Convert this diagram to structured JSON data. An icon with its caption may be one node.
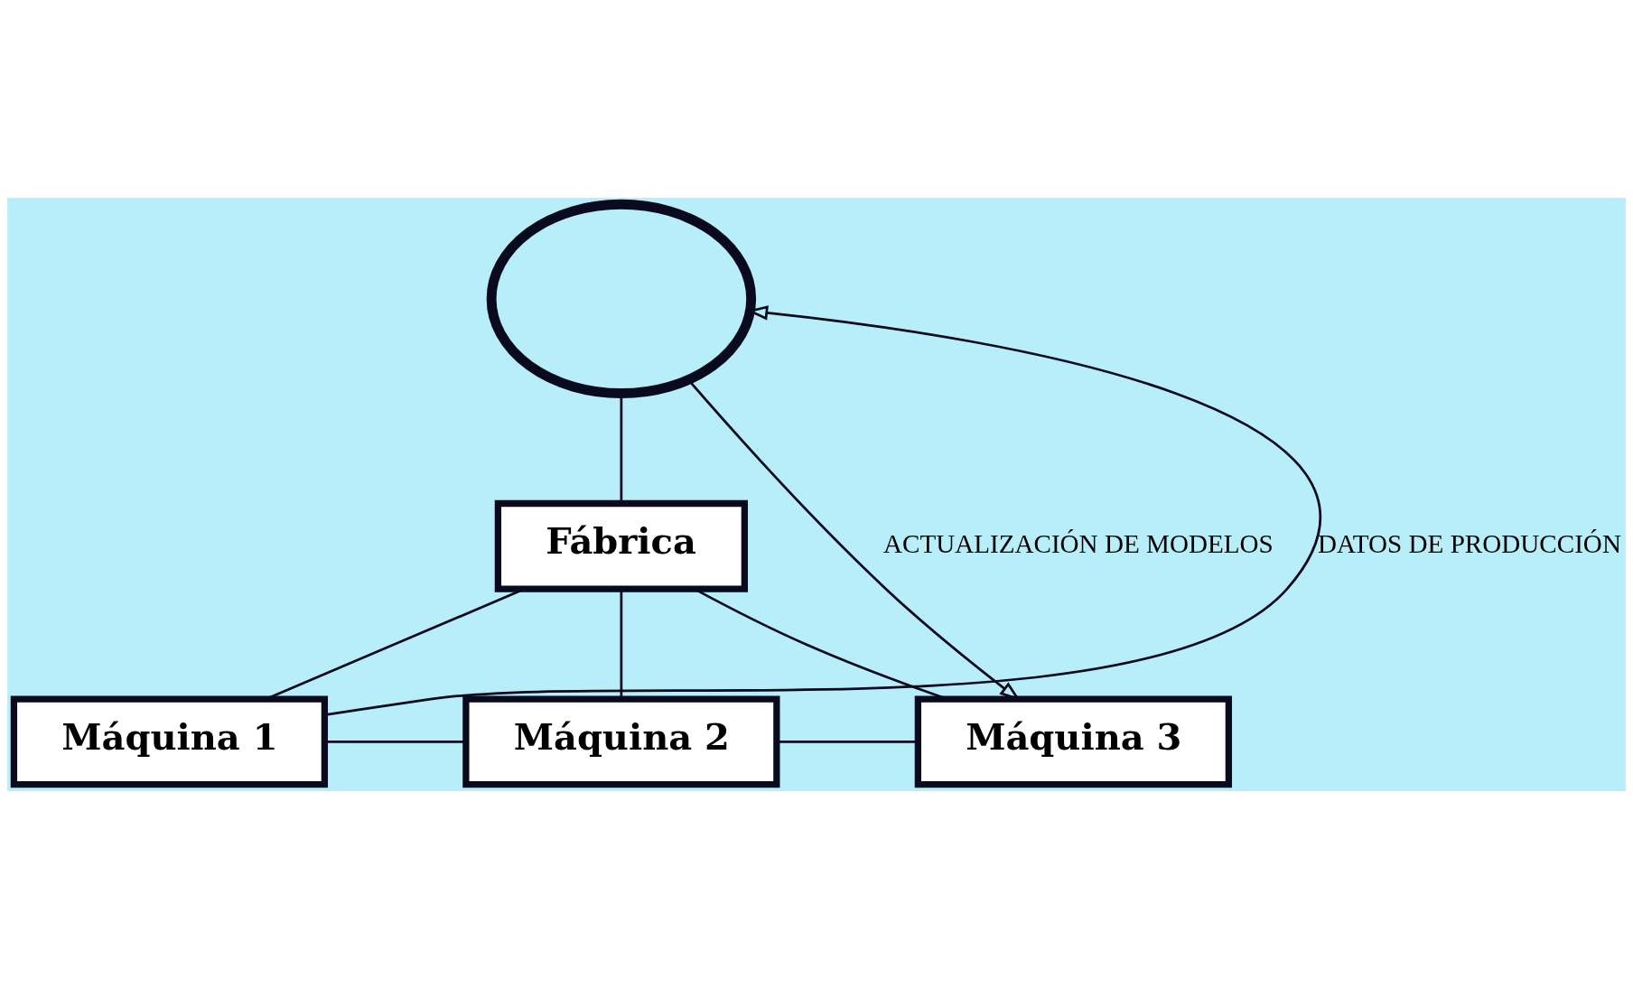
{
  "diagram": {
    "nodes": [
      {
        "text": [],
        "shape": "cloud"
      },
      {
        "text": [
          "Fábrica"
        ]
      },
      {
        "text": [
          "Máquina 1"
        ]
      },
      {
        "text": [
          "Máquina 2"
        ]
      },
      {
        "text": [
          "Máquina 3"
        ]
      }
    ],
    "edges": [
      {
        "from": 0,
        "to": 1,
        "arrow": "none"
      },
      {
        "from": 1,
        "to": 2,
        "arrow": "none"
      },
      {
        "from": 1,
        "to": 3,
        "arrow": "none"
      },
      {
        "from": 1,
        "to": 4,
        "arrow": "none"
      },
      {
        "from": 2,
        "to": 3,
        "arrow": "none"
      },
      {
        "from": 3,
        "to": 4,
        "arrow": "none"
      },
      {
        "from": 2,
        "to": 0,
        "arrow": "to",
        "label": "DATOS DE PRODUCCIÓN"
      },
      {
        "from": 0,
        "to": 4,
        "arrow": "to",
        "label": "ACTUALIZACIÓN DE MODELOS"
      }
    ]
  }
}
